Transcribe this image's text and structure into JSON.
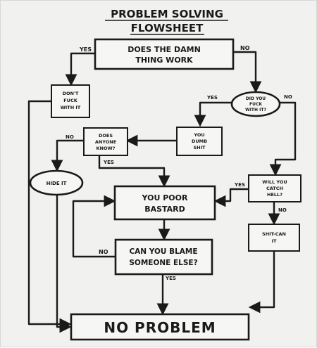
{
  "title": {
    "line1": "PROBLEM SOLVING",
    "line2": "FLOWSHEET"
  },
  "nodes": {
    "does_work": [
      "DOES THE DAMN",
      "THING WORK"
    ],
    "dont_touch": [
      "DON'T",
      "FUCK",
      "WITH IT"
    ],
    "did_you": [
      "DID YOU",
      "FUCK",
      "WITH IT?"
    ],
    "you_dumb": [
      "YOU",
      "DUMB",
      "SHIT"
    ],
    "does_anyone": [
      "DOES",
      "ANYONE",
      "KNOW?"
    ],
    "hide_it": [
      "HIDE IT"
    ],
    "will_you": [
      "WILL YOU",
      "CATCH",
      "HELL?"
    ],
    "poor_bastard": [
      "YOU POOR",
      "BASTARD"
    ],
    "shit_can": [
      "SHIT-CAN",
      "IT"
    ],
    "blame": [
      "CAN YOU BLAME",
      "SOMEONE ELSE?"
    ],
    "no_problem": [
      "NO PROBLEM"
    ]
  },
  "edge_labels": {
    "does_work_yes": "YES",
    "does_work_no": "NO",
    "did_you_yes": "YES",
    "did_you_no": "NO",
    "does_anyone_no": "NO",
    "does_anyone_yes": "YES",
    "will_you_yes": "YES",
    "will_you_no": "NO",
    "blame_no": "NO",
    "blame_yes": "YES"
  }
}
